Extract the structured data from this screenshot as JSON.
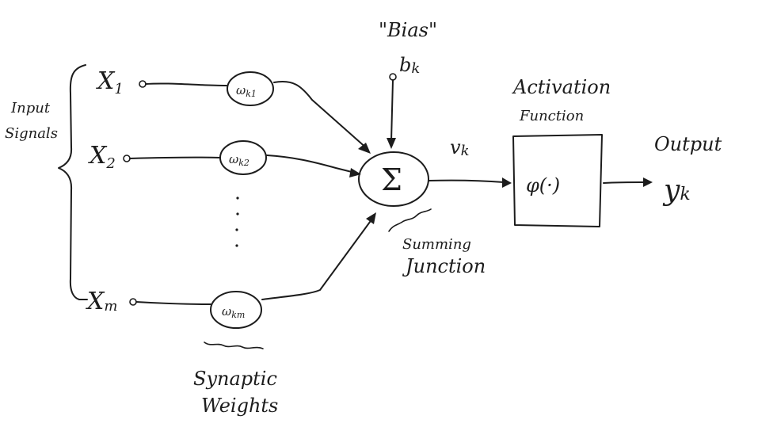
{
  "inputs": {
    "group_label_line1": "Input",
    "group_label_line2": "Signals",
    "x1": "X",
    "x1_sub": "1",
    "x2": "X",
    "x2_sub": "2",
    "xm": "X",
    "xm_sub": "m"
  },
  "weights": {
    "w1": "ω",
    "w1_sub": "k1",
    "w2": "ω",
    "w2_sub": "k2",
    "wm": "ω",
    "wm_sub": "km",
    "label_line1": "Synaptic",
    "label_line2": "Weights"
  },
  "bias": {
    "label": "\"Bias\"",
    "symbol": "b",
    "symbol_sub": "k"
  },
  "summing": {
    "symbol": "Σ",
    "label_line1": "Summing",
    "label_line2": "Junction"
  },
  "induced_field": {
    "symbol": "v",
    "symbol_sub": "k"
  },
  "activation": {
    "label_line1": "Activation",
    "label_line2": "Function",
    "symbol": "φ(·)"
  },
  "output": {
    "label": "Output",
    "symbol": "y",
    "symbol_sub": "k"
  }
}
